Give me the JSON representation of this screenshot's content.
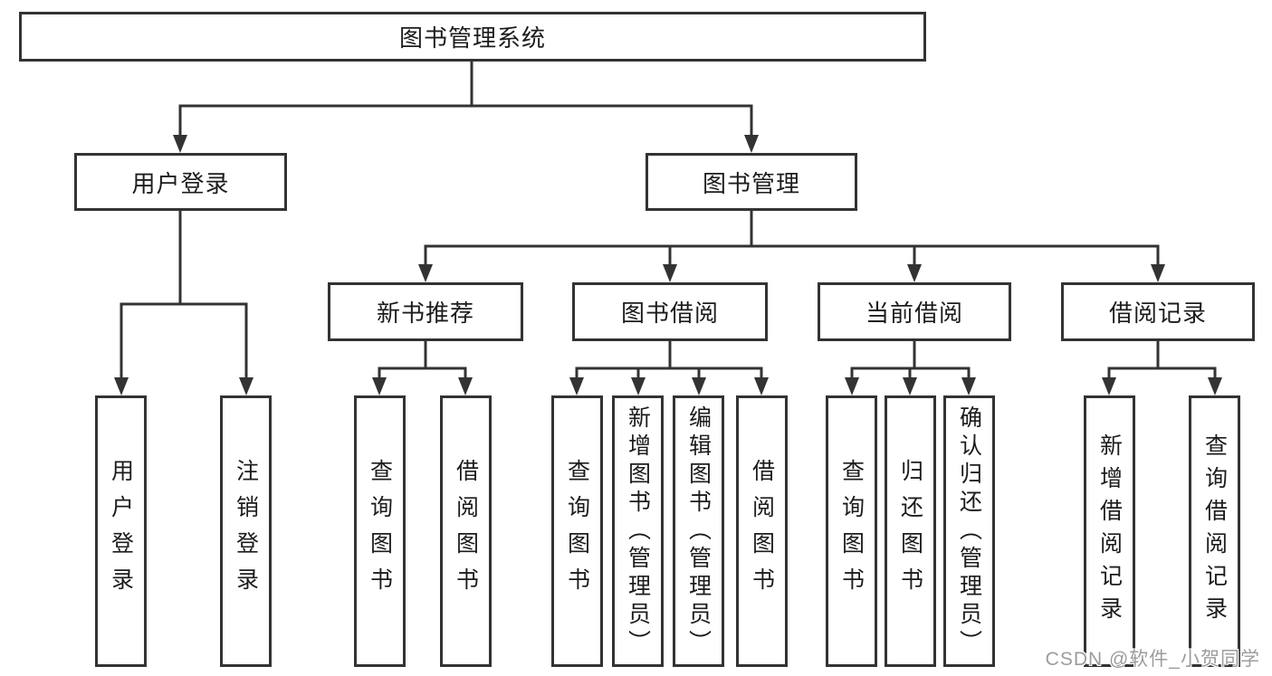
{
  "diagram": {
    "root": {
      "label": "图书管理系统"
    },
    "level1": [
      {
        "id": "user-login",
        "label": "用户登录",
        "children": [
          "用户登录",
          "注销登录"
        ]
      },
      {
        "id": "book-management",
        "label": "图书管理"
      }
    ],
    "level2": [
      {
        "id": "new-book-recommend",
        "label": "新书推荐",
        "children": [
          "查询图书",
          "借阅图书"
        ]
      },
      {
        "id": "book-borrow",
        "label": "图书借阅",
        "children": [
          "查询图书",
          "新增图书（管理员）",
          "编辑图书（管理员）",
          "借阅图书"
        ]
      },
      {
        "id": "current-borrow",
        "label": "当前借阅",
        "children": [
          "查询图书",
          "归还图书",
          "确认归还（管理员）"
        ]
      },
      {
        "id": "borrow-records",
        "label": "借阅记录",
        "children": [
          "新增借阅记录",
          "查询借阅记录"
        ]
      }
    ]
  },
  "watermark": {
    "text": "CSDN @软件_小贺同学",
    "color": "#9c9c9c"
  },
  "colors": {
    "line": "#333333",
    "box_border": "#333333",
    "text": "#1c1c1c",
    "background": "#ffffff"
  }
}
